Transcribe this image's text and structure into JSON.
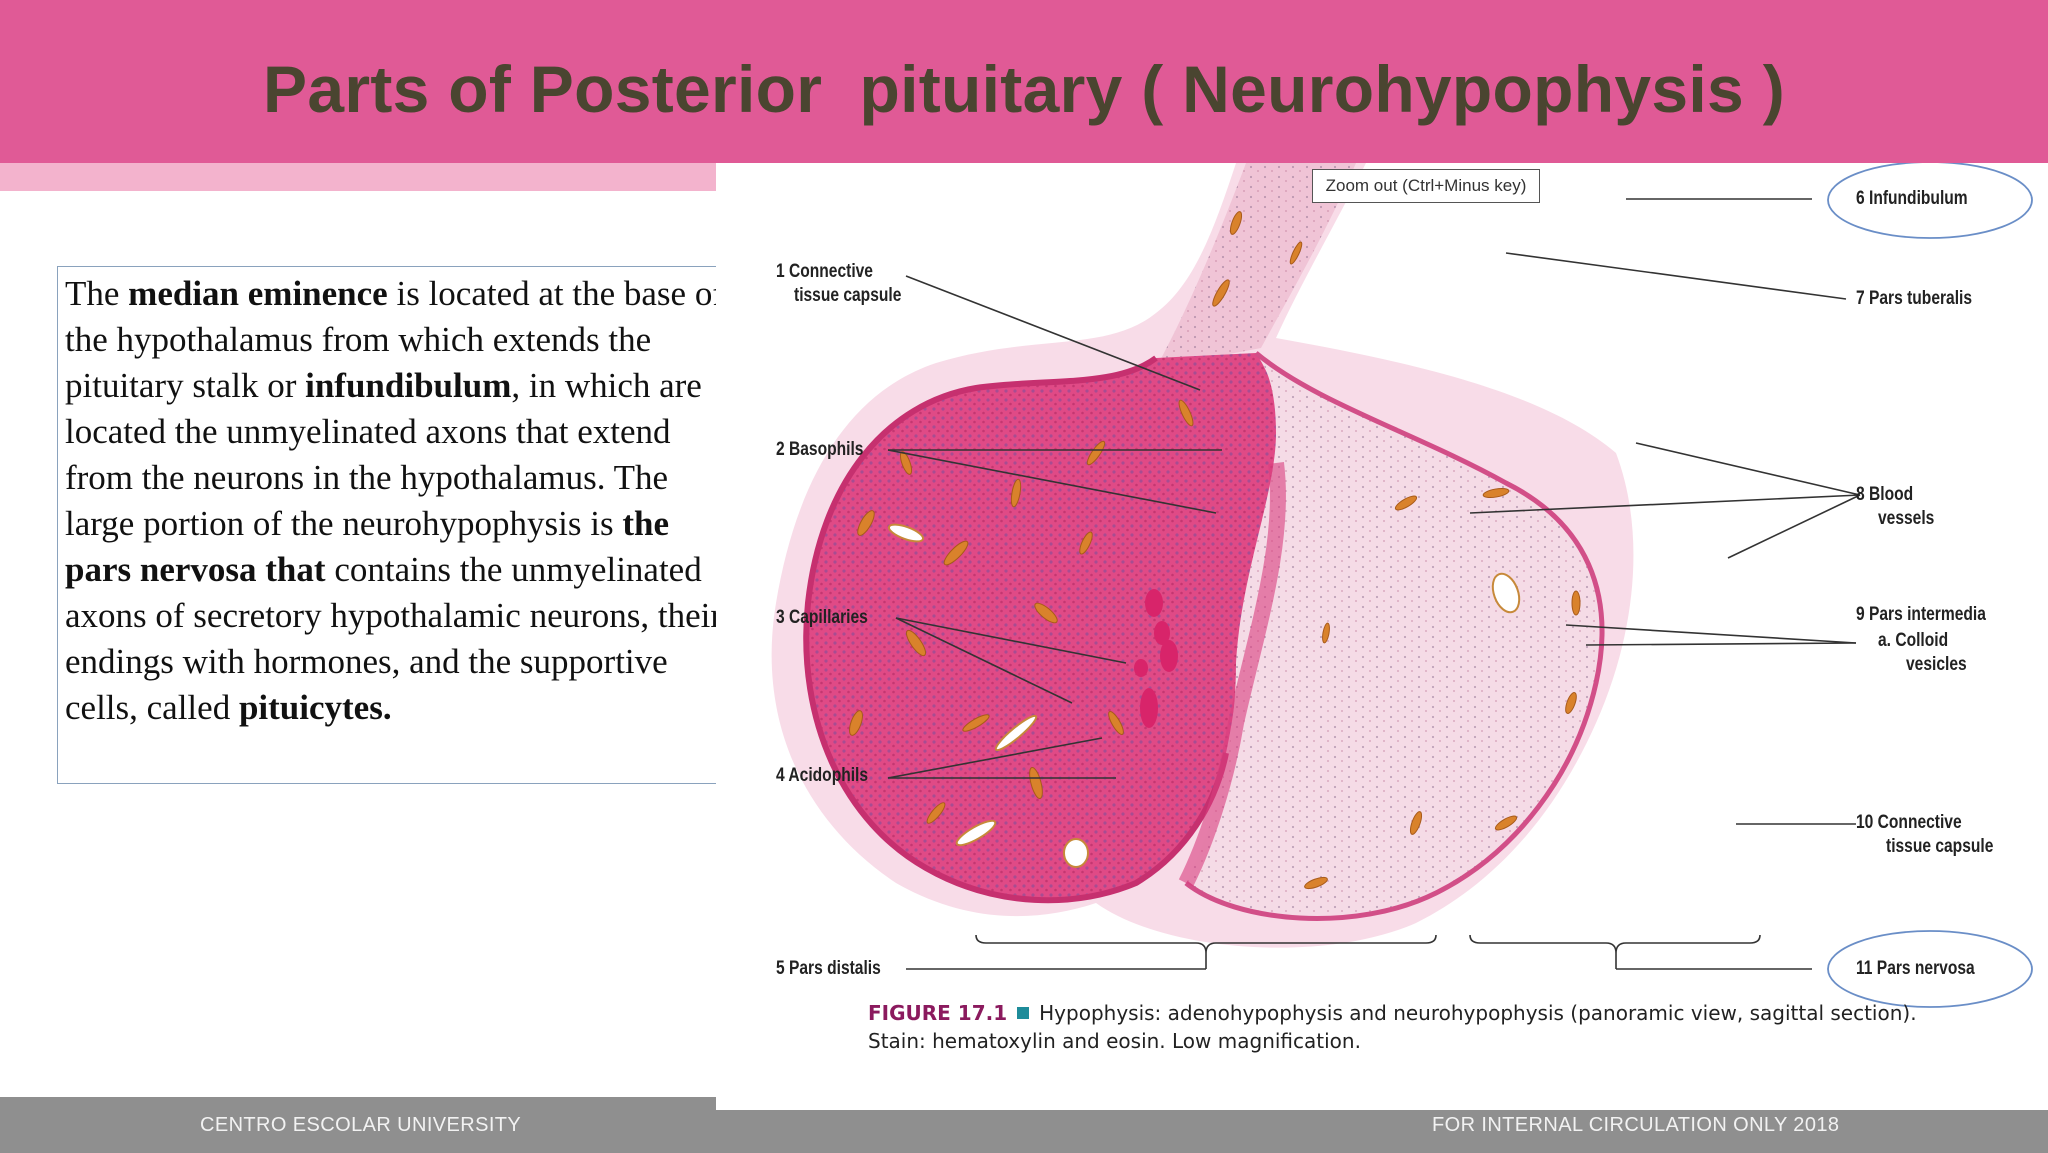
{
  "slide": {
    "title": "Parts of Posterior  pituitary ( Neurohypophysis )"
  },
  "body_text": {
    "s1": "The ",
    "b1": "median eminence",
    "s2": " is located at the base of the hypothalamus from which extends the pituitary stalk or ",
    "b2": "infundibulum",
    "s3": ", in which are located the unmyelinated axons that extend from the neurons in the hypothalamus. The large portion of the neurohypophysis is ",
    "b3": "the pars nervosa that",
    "s4": " contains the unmyelinated axons of secretory hypothalamic neurons, their endings with hormones, and the supportive cells, called ",
    "b4": "pituicytes."
  },
  "tooltip": "Zoom out (Ctrl+Minus key)",
  "figure": {
    "labels": {
      "l1a": "1  Connective",
      "l1b": "tissue capsule",
      "l2": "2  Basophils",
      "l3": "3  Capillaries",
      "l4": "4  Acidophils",
      "l5": "5  Pars distalis",
      "l6": "6  Infundibulum",
      "l7": "7  Pars tuberalis",
      "l8a": "8  Blood",
      "l8b": "vessels",
      "l9a": "9  Pars intermedia",
      "l9b": "a.  Colloid",
      "l9c": "vesicles",
      "l10a": "10  Connective",
      "l10b": "tissue capsule",
      "l11": "11  Pars nervosa"
    },
    "caption": {
      "figure_number": "FIGURE 17.1",
      "line1": "Hypophysis: adenohypophysis and neurohypophysis (panoramic view, sagittal section).",
      "line2": "Stain: hematoxylin and eosin. Low magnification."
    },
    "colors": {
      "tissue_pink": "#e04a86",
      "tissue_light": "#f3c6d8",
      "vessel_orange": "#d9822b",
      "highlight_oval": "#6a8ec7"
    }
  },
  "footer": {
    "left": "CENTRO ESCOLAR UNIVERSITY",
    "right": "FOR INTERNAL CIRCULATION ONLY 2018"
  }
}
